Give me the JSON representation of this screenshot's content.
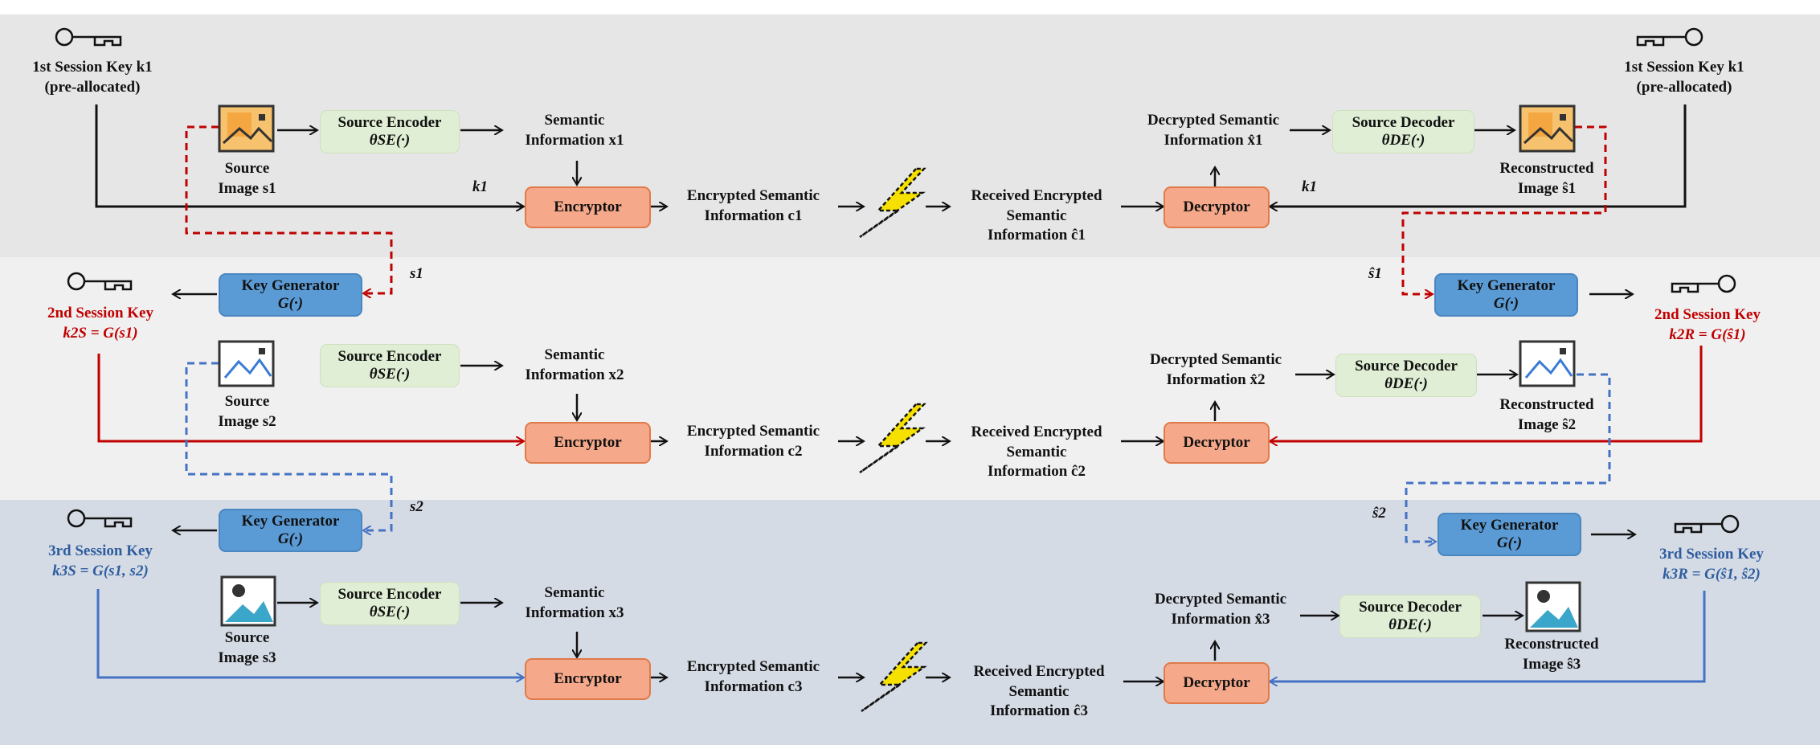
{
  "bands": {
    "colors": [
      "#e6e6e6",
      "#f0f0f0",
      "#d5dbe5"
    ]
  },
  "colors": {
    "red": "#c00000",
    "blue": "#4472c4",
    "dark": "#111111"
  },
  "labels": {
    "key1_left": "1st Session Key k1",
    "key1_left_sub": "(pre-allocated)",
    "key1_right": "1st Session Key k1",
    "key1_right_sub": "(pre-allocated)",
    "key2_left": "2nd Session Key",
    "key2_left_formula": "k2S = G(s1)",
    "key2_right": "2nd Session Key",
    "key2_right_formula": "k2R = G(ŝ1)",
    "key3_left": "3rd Session Key",
    "key3_left_formula": "k3S = G(s1, s2)",
    "key3_right": "3rd Session Key",
    "key3_right_formula": "k3R = G(ŝ1, ŝ2)"
  },
  "row1": {
    "source_image": "Source",
    "source_image_2": "Image s1",
    "source_encoder": "Source Encoder",
    "source_encoder_param": "θSE(·)",
    "semantic": "Semantic",
    "semantic_2": "Information x1",
    "encryptor": "Encryptor",
    "encrypted": "Encrypted Semantic",
    "encrypted_2": "Information c1",
    "received": "Received Encrypted",
    "received_2": "Semantic",
    "received_3": "Information ĉ1",
    "decryptor": "Decryptor",
    "decrypted": "Decrypted Semantic",
    "decrypted_2": "Information x̂1",
    "source_decoder": "Source Decoder",
    "source_decoder_param": "θDE(·)",
    "reconstructed": "Reconstructed",
    "reconstructed_2": "Image ŝ1",
    "key_left": "k1",
    "key_right": "k1"
  },
  "row2": {
    "source_image": "Source",
    "source_image_2": "Image s2",
    "source_encoder": "Source Encoder",
    "source_encoder_param": "θSE(·)",
    "semantic": "Semantic",
    "semantic_2": "Information x2",
    "encryptor": "Encryptor",
    "encrypted": "Encrypted Semantic",
    "encrypted_2": "Information c2",
    "received": "Received Encrypted",
    "received_2": "Semantic",
    "received_3": "Information ĉ2",
    "decryptor": "Decryptor",
    "decrypted": "Decrypted Semantic",
    "decrypted_2": "Information x̂2",
    "source_decoder": "Source Decoder",
    "source_decoder_param": "θDE(·)",
    "reconstructed": "Reconstructed",
    "reconstructed_2": "Image ŝ2",
    "kg_left": "Key Generator",
    "kg_left_fn": "G(·)",
    "kg_right": "Key Generator",
    "kg_right_fn": "G(·)",
    "s_left": "s1",
    "s_right": "ŝ1"
  },
  "row3": {
    "source_image": "Source",
    "source_image_2": "Image s3",
    "source_encoder": "Source Encoder",
    "source_encoder_param": "θSE(·)",
    "semantic": "Semantic",
    "semantic_2": "Information x3",
    "encryptor": "Encryptor",
    "encrypted": "Encrypted Semantic",
    "encrypted_2": "Information c3",
    "received": "Received Encrypted",
    "received_2": "Semantic",
    "received_3": "Information ĉ3",
    "decryptor": "Decryptor",
    "decrypted": "Decrypted Semantic",
    "decrypted_2": "Information x̂3",
    "source_decoder": "Source Decoder",
    "source_decoder_param": "θDE(·)",
    "reconstructed": "Reconstructed",
    "reconstructed_2": "Image ŝ3",
    "kg_left": "Key Generator",
    "kg_left_fn": "G(·)",
    "kg_right": "Key Generator",
    "kg_right_fn": "G(·)",
    "s_left": "s2",
    "s_right": "ŝ2"
  },
  "icons": [
    "key-icon",
    "image-icon",
    "lightning-icon"
  ]
}
